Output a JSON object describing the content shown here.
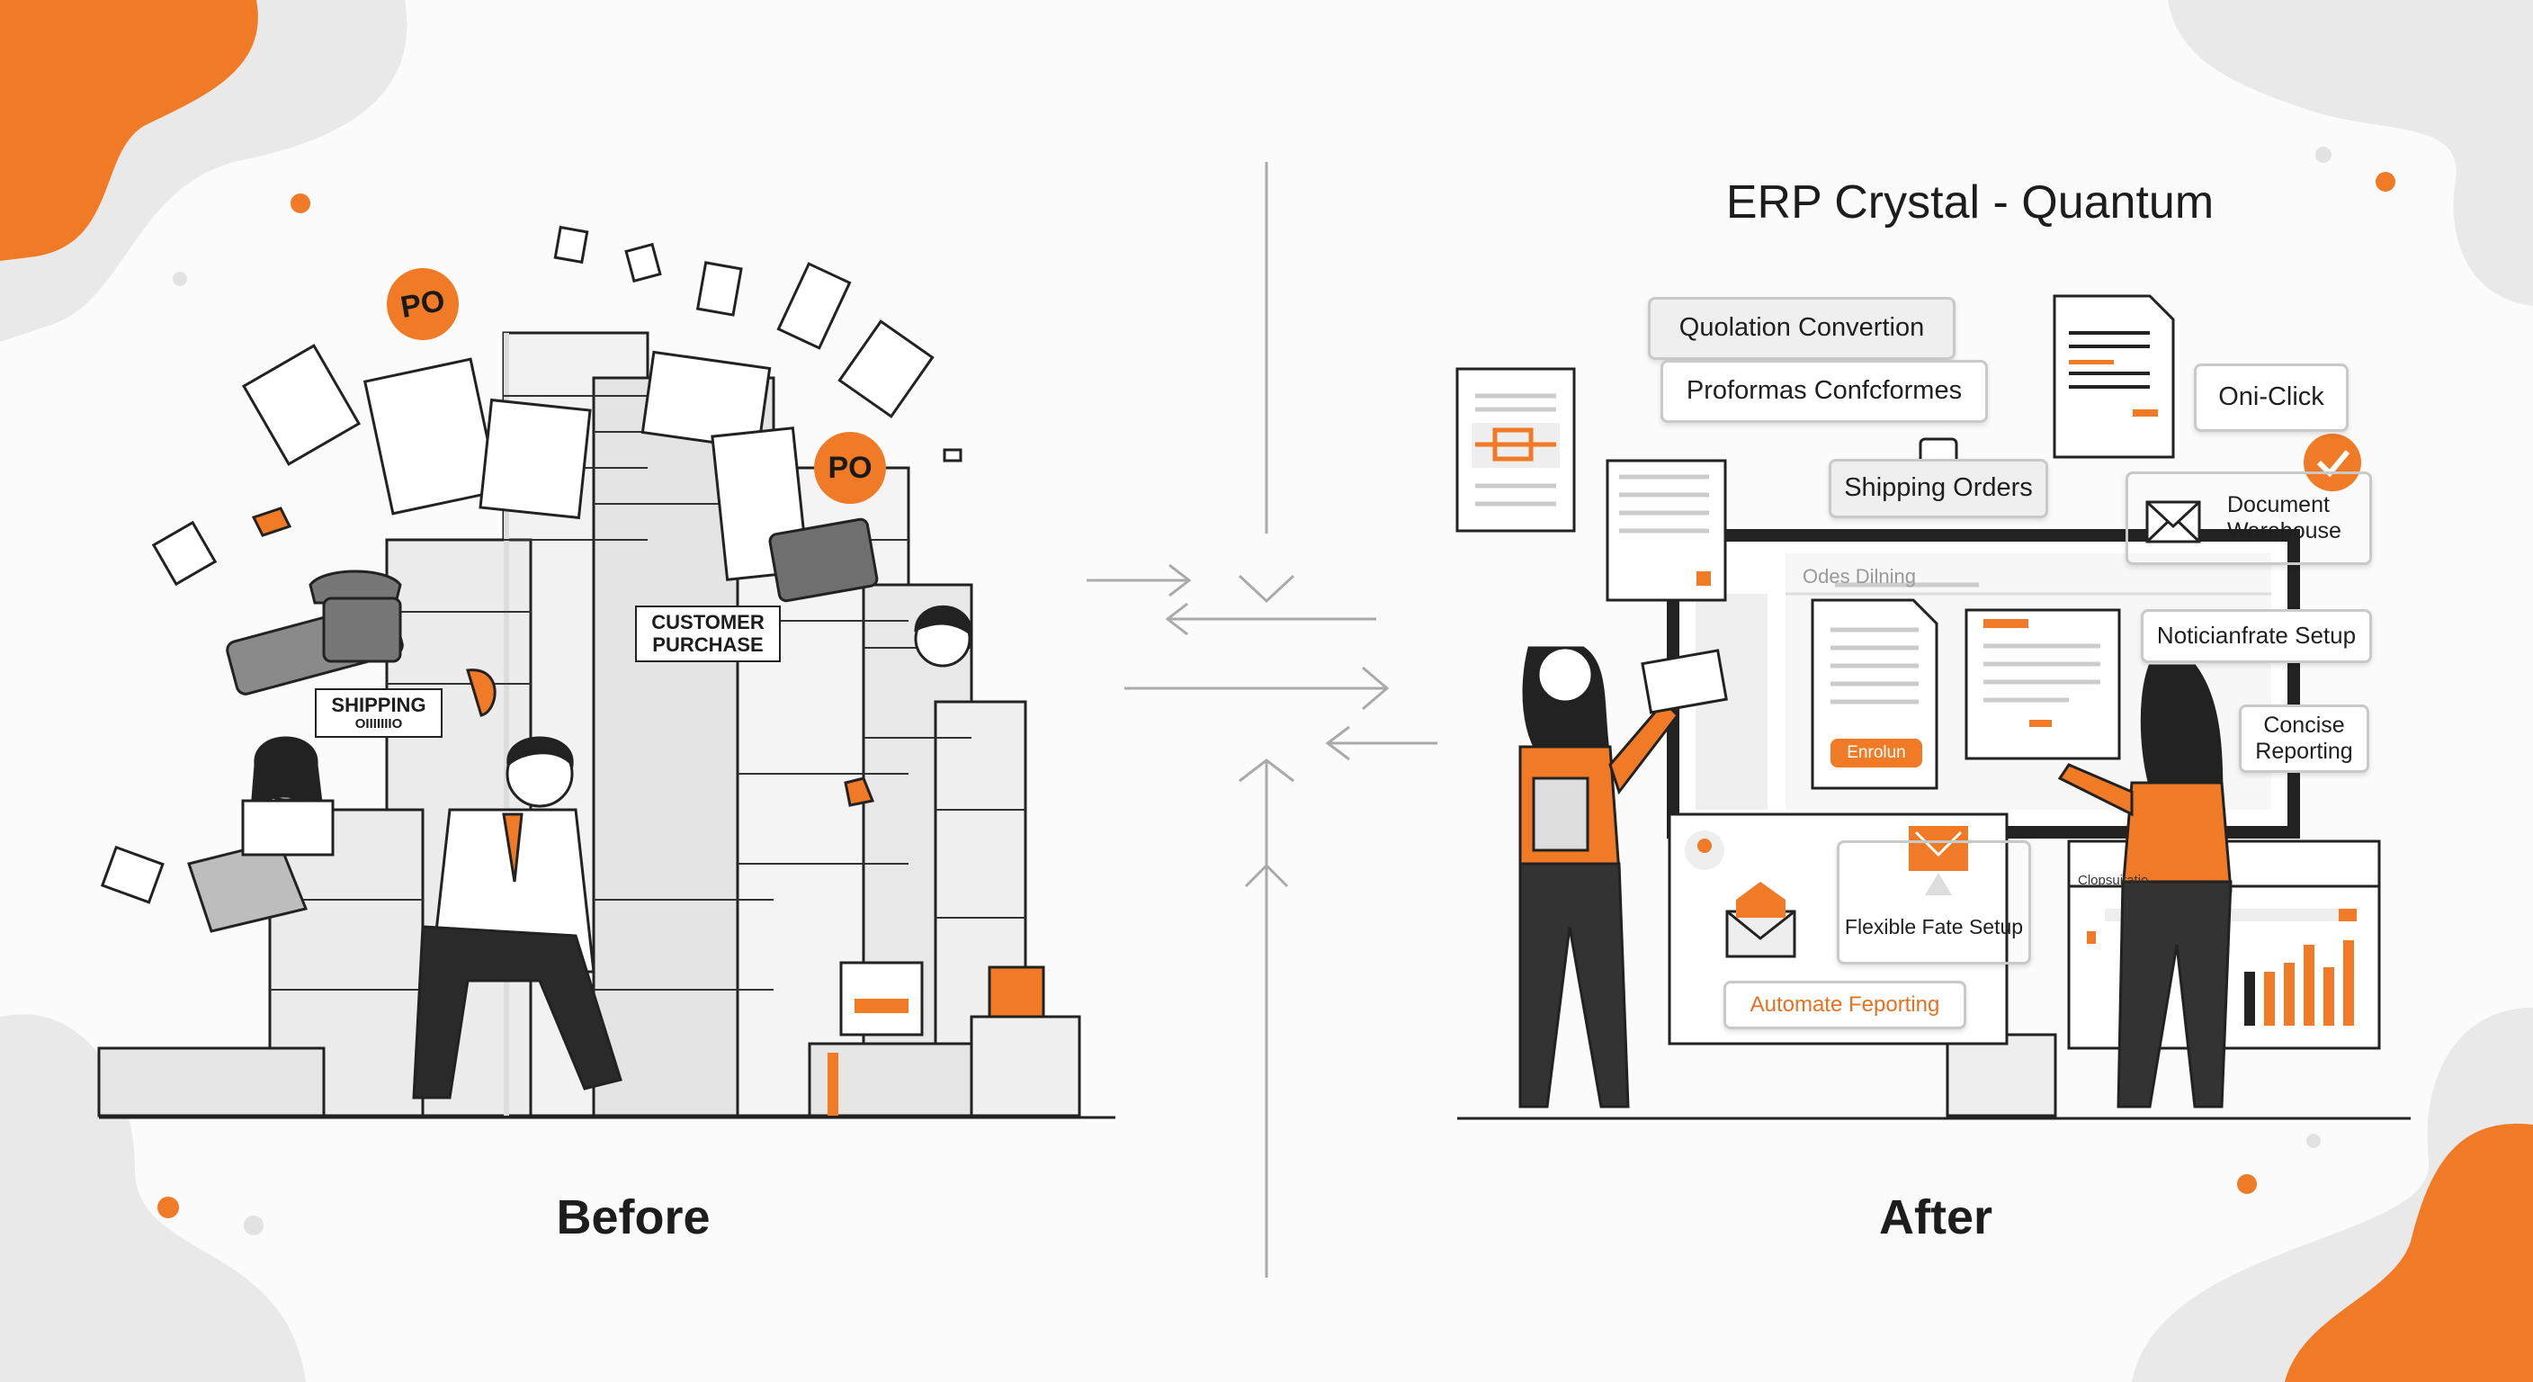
{
  "header": {
    "title": "ERP Crystal - Quantum"
  },
  "before": {
    "caption": "Before",
    "po_badges": [
      "PO",
      "PO"
    ],
    "labels": {
      "customer_purchase": "CUSTOMER\nPURCHASE",
      "shipping": "SHIPPING",
      "shipping_sub": "OIIIIIIIO"
    }
  },
  "after": {
    "caption": "After",
    "callouts": {
      "quotation": "Quolation Convertion",
      "proformas": "Proformas Confcformes",
      "shipping_orders": "Shipping Orders",
      "one_click": "Oni-Click",
      "document_warehouse": "Document Warehouse",
      "notification_setup": "Noticianfrate Setup",
      "concise_reporting": "Concise Reporting",
      "flexible_rate": "Flexible Fate Setup",
      "automate_reporting": "Automate Feporting"
    },
    "screen": {
      "header": "Odes Dilning",
      "button": "Enrolun",
      "panel_title": "Clopsuitatio"
    },
    "colors": {
      "accent": "#f07a25",
      "dark": "#222222",
      "gray": "#e6e6e6"
    }
  }
}
